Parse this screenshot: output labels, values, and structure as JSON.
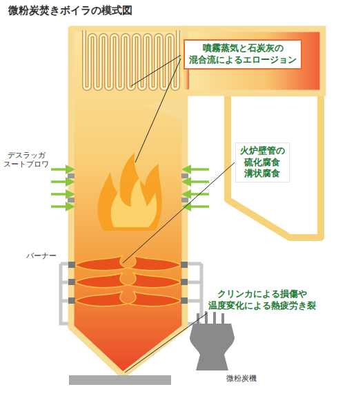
{
  "diagram": {
    "title": "微粉炭焚きボイラの模式図",
    "nodes": [
      {
        "text": [
          "噴霧蒸気と石炭灰の 混合流によるエロージョン"
        ]
      },
      {
        "text": [
          "火炉壁管の 硫化腐食 溝状腐食"
        ]
      }
    ],
    "labels": [
      "デスラッガ スートブロワ",
      "バーナー",
      "クリンカによる損傷や 温度変化による熱疲労き裂",
      "微粉炭機"
    ]
  }
}
